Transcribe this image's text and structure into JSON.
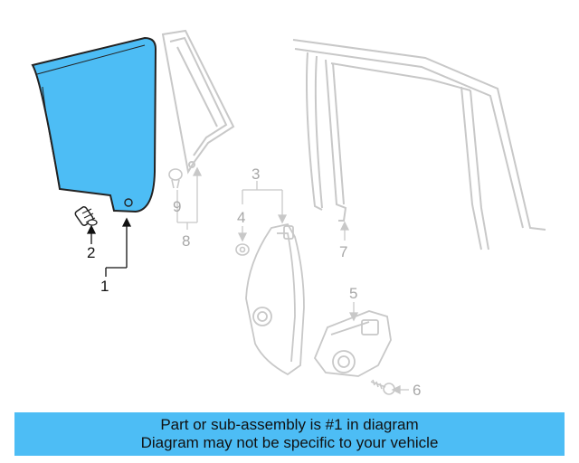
{
  "callouts": {
    "c1": "1",
    "c2": "2",
    "c3": "3",
    "c4": "4",
    "c5": "5",
    "c6": "6",
    "c7": "7",
    "c8": "8",
    "c9": "9"
  },
  "footer": {
    "line1": "Part or sub-assembly is #1 in diagram",
    "line2": "Diagram may not be specific to your vehicle"
  },
  "colors": {
    "highlight": "#4dbdf5",
    "outline": "#222222",
    "faded_part": "#c8c8c8"
  }
}
